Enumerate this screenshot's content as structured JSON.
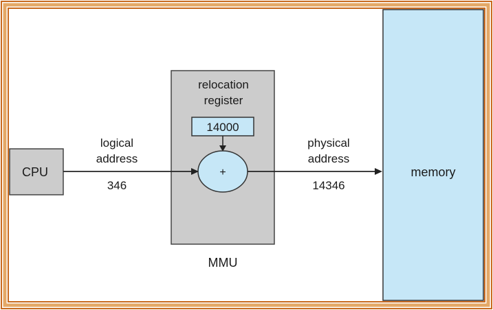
{
  "cpu": {
    "label": "CPU"
  },
  "mmu": {
    "label": "MMU",
    "register_title_line1": "relocation",
    "register_title_line2": "register",
    "register_value": "14000",
    "adder_symbol": "+"
  },
  "logical": {
    "label_line1": "logical",
    "label_line2": "address",
    "value": "346"
  },
  "physical": {
    "label_line1": "physical",
    "label_line2": "address",
    "value": "14346"
  },
  "memory": {
    "label": "memory"
  },
  "colors": {
    "frame_orange": "#c8691e",
    "frame_tan": "#e4a867",
    "box_gray": "#cccccc",
    "memory_blue": "#c6e7f7",
    "register_blue": "#c6e7f7",
    "arrow": "#222222"
  }
}
